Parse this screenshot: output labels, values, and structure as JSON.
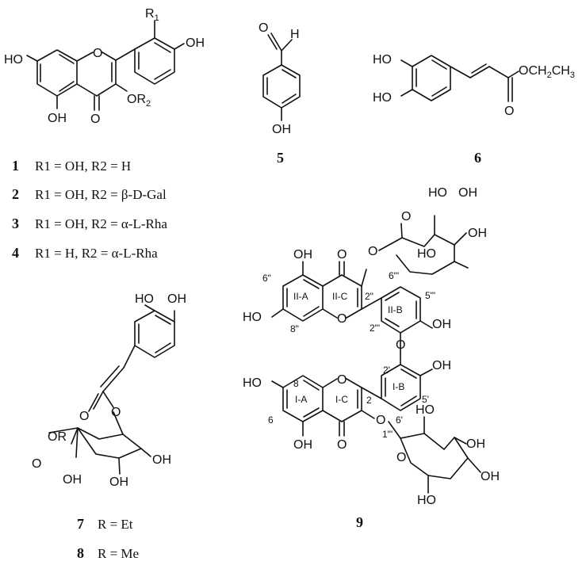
{
  "labels": {
    "c1": {
      "R1": "R",
      "R1sub": "1",
      "OH_top": "OH",
      "HO_left": "HO",
      "O_ring": "O",
      "OH_bottom": "OH",
      "O_keto": "O",
      "OR2": "OR",
      "OR2sub": "2"
    },
    "c5": {
      "H": "H",
      "OH": "OH"
    },
    "c6": {
      "HO1": "HO",
      "HO2": "HO",
      "O_keto": "O",
      "OCH2CH3": "OCH",
      "sub2": "2",
      "CH3": "CH",
      "sub3": "3"
    },
    "c7": {
      "OH_a": "HO",
      "OH_b": "OH",
      "O_ester": "O",
      "O_keto": "O",
      "OR": "OR",
      "O_acid": "O",
      "OH_c": "OH",
      "OH_d": "OH",
      "OH_e": "OH"
    },
    "c9": {
      "HO_s1": "HO",
      "OH_s1": "OH",
      "OH_s2": "OH",
      "HO_s3": "HO",
      "O_s": "O",
      "OH_top": "OH",
      "O_keto": "O",
      "O_glyc": "O",
      "n6pp": "6\"",
      "ring_IIA": "II-A",
      "ring_IIC": "II-C",
      "n2pp": "2\"",
      "n6ppp": "6\"'",
      "n5ppp": "5\"'",
      "HO_left": "HO",
      "n8pp": "8\"",
      "O_ring": "O",
      "ring_IIB": "II-B",
      "n2ppp": "2\"'",
      "OH_IIB": "OH",
      "O_bridge": "O",
      "n2p": "2'",
      "OH_IB": "OH",
      "HO_l": "HO",
      "n8": "8",
      "O_ring2": "O",
      "ring_IB": "I-B",
      "ring_IA": "I-A",
      "ring_IC": "I-C",
      "n2": "2",
      "n5p": "5'",
      "n6": "6",
      "n6p": "6'",
      "O_glyc2": "O",
      "n1ppp": "1\"'",
      "OH_bot": "OH",
      "O_keto2": "O",
      "HO_g1": "HO",
      "OH_g1": "OH",
      "OH_g2": "OH",
      "HO_g3": "HO",
      "O_g": "O"
    }
  },
  "compounds": [
    {
      "num": "1",
      "text": "R1 = OH, R2 = H"
    },
    {
      "num": "2",
      "text": "R1 = OH, R2 = β-D-Gal"
    },
    {
      "num": "3",
      "text": "R1 = OH, R2 = α-L-Rha"
    },
    {
      "num": "4",
      "text": "R1 = H, R2 = α-L-Rha"
    }
  ],
  "numbers": {
    "n5": "5",
    "n6": "6",
    "n7": "7",
    "n8": "8",
    "n9": "9"
  },
  "captions": {
    "c7": "R = Et",
    "c8": "R = Me"
  }
}
